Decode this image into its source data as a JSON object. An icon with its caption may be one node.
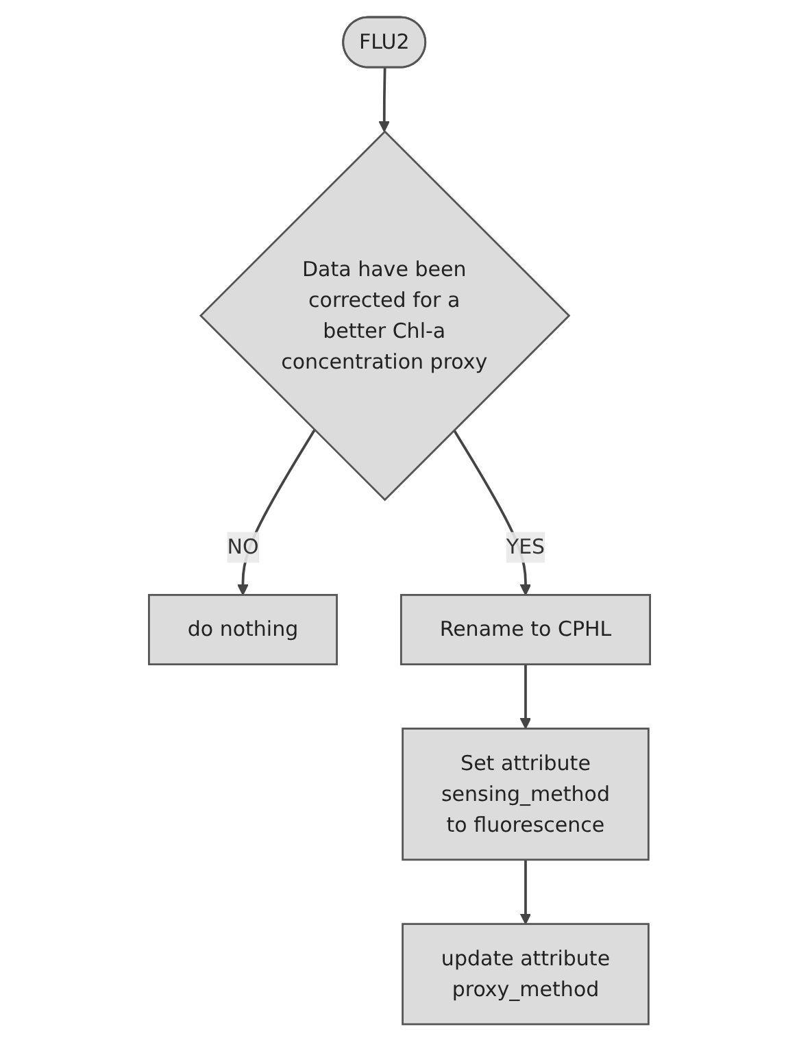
{
  "diagram": {
    "nodes": [
      {
        "text": [
          "FLU2"
        ]
      },
      {
        "text": [
          "Data have been corrected for a better Chl-a concentration proxy"
        ]
      },
      {
        "text": [
          "do nothing"
        ]
      },
      {
        "text": [
          "Rename to CPHL"
        ]
      },
      {
        "text": [
          "Set attribute sensing_method to fluorescence"
        ]
      },
      {
        "text": [
          "update attribute proxy_method"
        ]
      }
    ],
    "edges": [
      {
        "from": 0,
        "to": 1,
        "arrow": "to"
      },
      {
        "from": 1,
        "to": 2,
        "arrow": "to",
        "label": "NO"
      },
      {
        "from": 1,
        "to": 3,
        "arrow": "to",
        "label": "YES"
      },
      {
        "from": 3,
        "to": 4,
        "arrow": "to"
      },
      {
        "from": 4,
        "to": 5,
        "arrow": "to"
      }
    ]
  }
}
